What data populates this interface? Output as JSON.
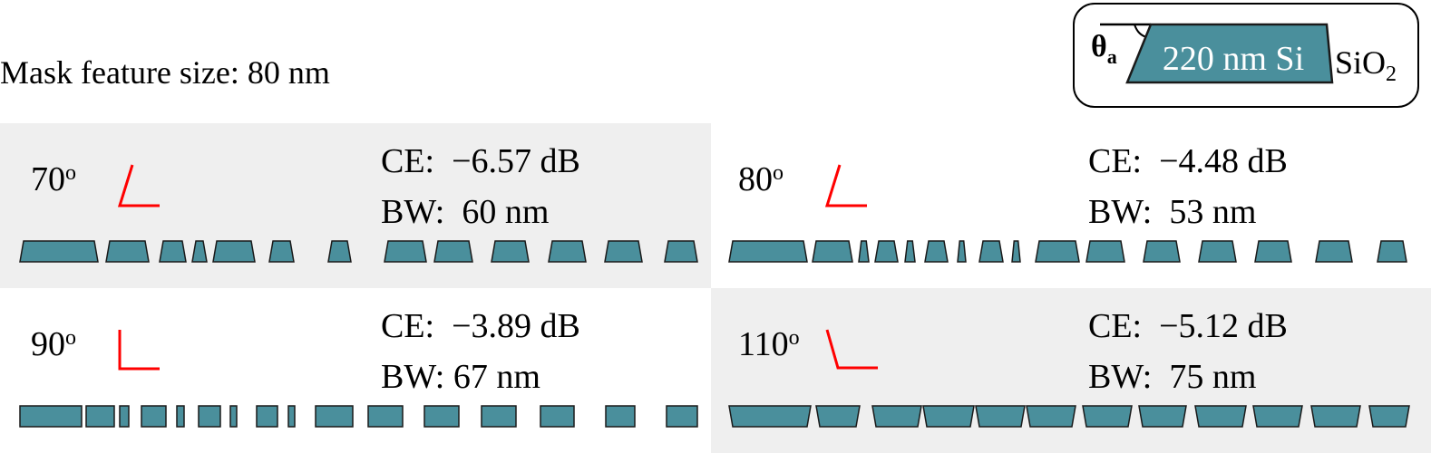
{
  "title": "Mask feature size: 80 nm",
  "inset": {
    "theta": "θ",
    "theta_sub": "a",
    "si_label": "220 nm Si",
    "sio2": "SiO",
    "sio2_sub": "2"
  },
  "colors": {
    "segment_fill": "#4a8f9c",
    "segment_stroke": "#1a1a1a",
    "angle_icon": "#ff0000",
    "panel_shade": "#efefef"
  },
  "panels": [
    {
      "angle_value": "70",
      "angle_unit": "o",
      "ce_label": "CE:  −6.57 dB",
      "bw_label": "BW:  60 nm",
      "shaded": true
    },
    {
      "angle_value": "80",
      "angle_unit": "o",
      "ce_label": "CE:  −4.48 dB",
      "bw_label": "BW:  53 nm",
      "shaded": false
    },
    {
      "angle_value": "90",
      "angle_unit": "o",
      "ce_label": "CE:  −3.89 dB",
      "bw_label": "BW: 67 nm",
      "shaded": false
    },
    {
      "angle_value": "110",
      "angle_unit": "o",
      "ce_label": "CE:  −5.12 dB",
      "bw_label": "BW:  75 nm",
      "shaded": true
    }
  ]
}
